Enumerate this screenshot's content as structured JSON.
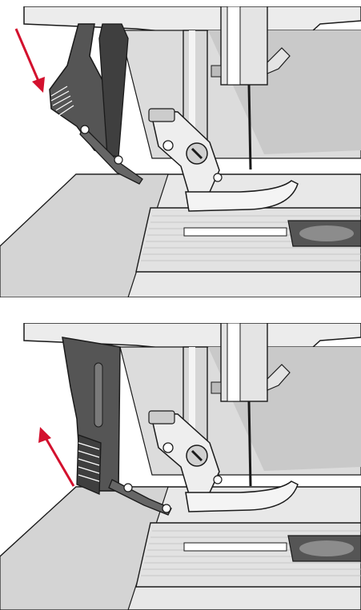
{
  "illustrations": [
    {
      "id": "top",
      "state": "lever-down",
      "arrow_color": "#d3112e"
    },
    {
      "id": "bottom",
      "state": "lever-up",
      "arrow_color": "#d3112e"
    }
  ],
  "colors": {
    "outline": "#1a1a1a",
    "machine_light": "#ececec",
    "machine_mid": "#cfcfcf",
    "machine_dark": "#8c8c8c",
    "lever": "#555555",
    "plate": "#e2e2e2",
    "arrow": "#d3112e"
  }
}
